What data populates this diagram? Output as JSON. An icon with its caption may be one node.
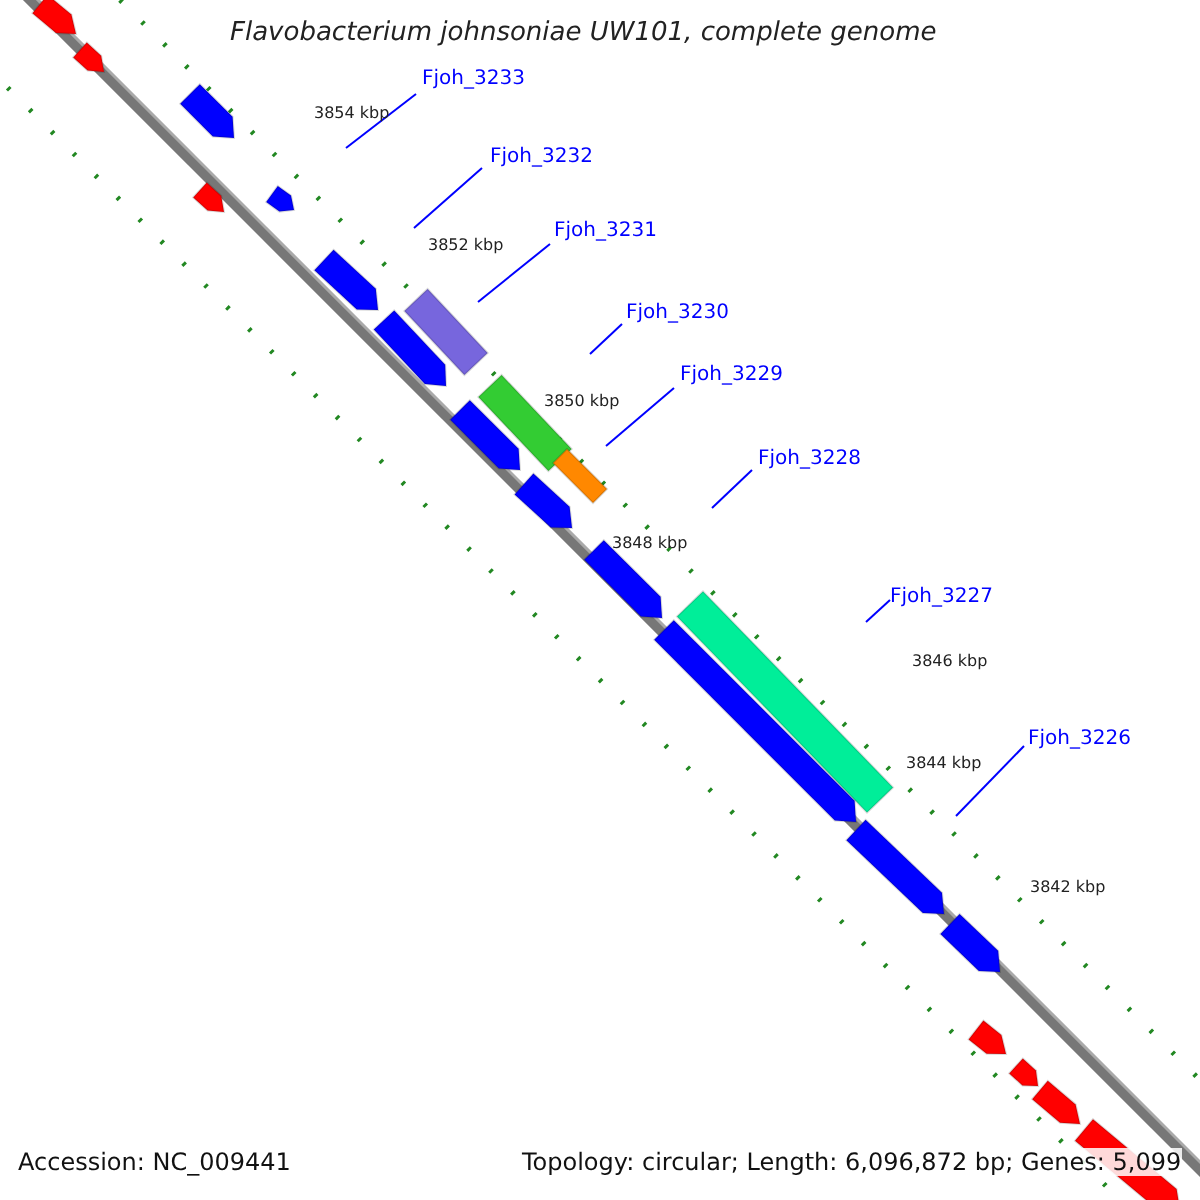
{
  "diagram": {
    "title": "Flavobacterium johnsoniae UW101, complete genome",
    "nodes": [
      {
        "text": [
          "Fjoh_3233"
        ]
      },
      {
        "text": [
          "Fjoh_3232"
        ]
      },
      {
        "text": [
          "Fjoh_3231"
        ]
      },
      {
        "text": [
          "Fjoh_3230"
        ]
      },
      {
        "text": [
          "Fjoh_3229"
        ]
      },
      {
        "text": [
          "Fjoh_3228"
        ]
      },
      {
        "text": [
          "Fjoh_3227"
        ]
      },
      {
        "text": [
          "Fjoh_3226"
        ]
      }
    ],
    "edges": [
      {
        "from": 0,
        "to": null,
        "arrow": "none"
      },
      {
        "from": 1,
        "to": null,
        "arrow": "none"
      },
      {
        "from": 2,
        "to": null,
        "arrow": "none"
      },
      {
        "from": 3,
        "to": null,
        "arrow": "none"
      },
      {
        "from": 4,
        "to": null,
        "arrow": "none"
      },
      {
        "from": 5,
        "to": null,
        "arrow": "none"
      },
      {
        "from": 6,
        "to": null,
        "arrow": "none"
      },
      {
        "from": 7,
        "to": null,
        "arrow": "none"
      }
    ],
    "labels": [
      "3854 kbp",
      "3852 kbp",
      "3850 kbp",
      "3848 kbp",
      "3846 kbp",
      "3844 kbp",
      "3842 kbp",
      "Accession: NC_009441",
      "Topology: circular; Length: 6,096,872 bp; Genes: 5,099"
    ]
  }
}
